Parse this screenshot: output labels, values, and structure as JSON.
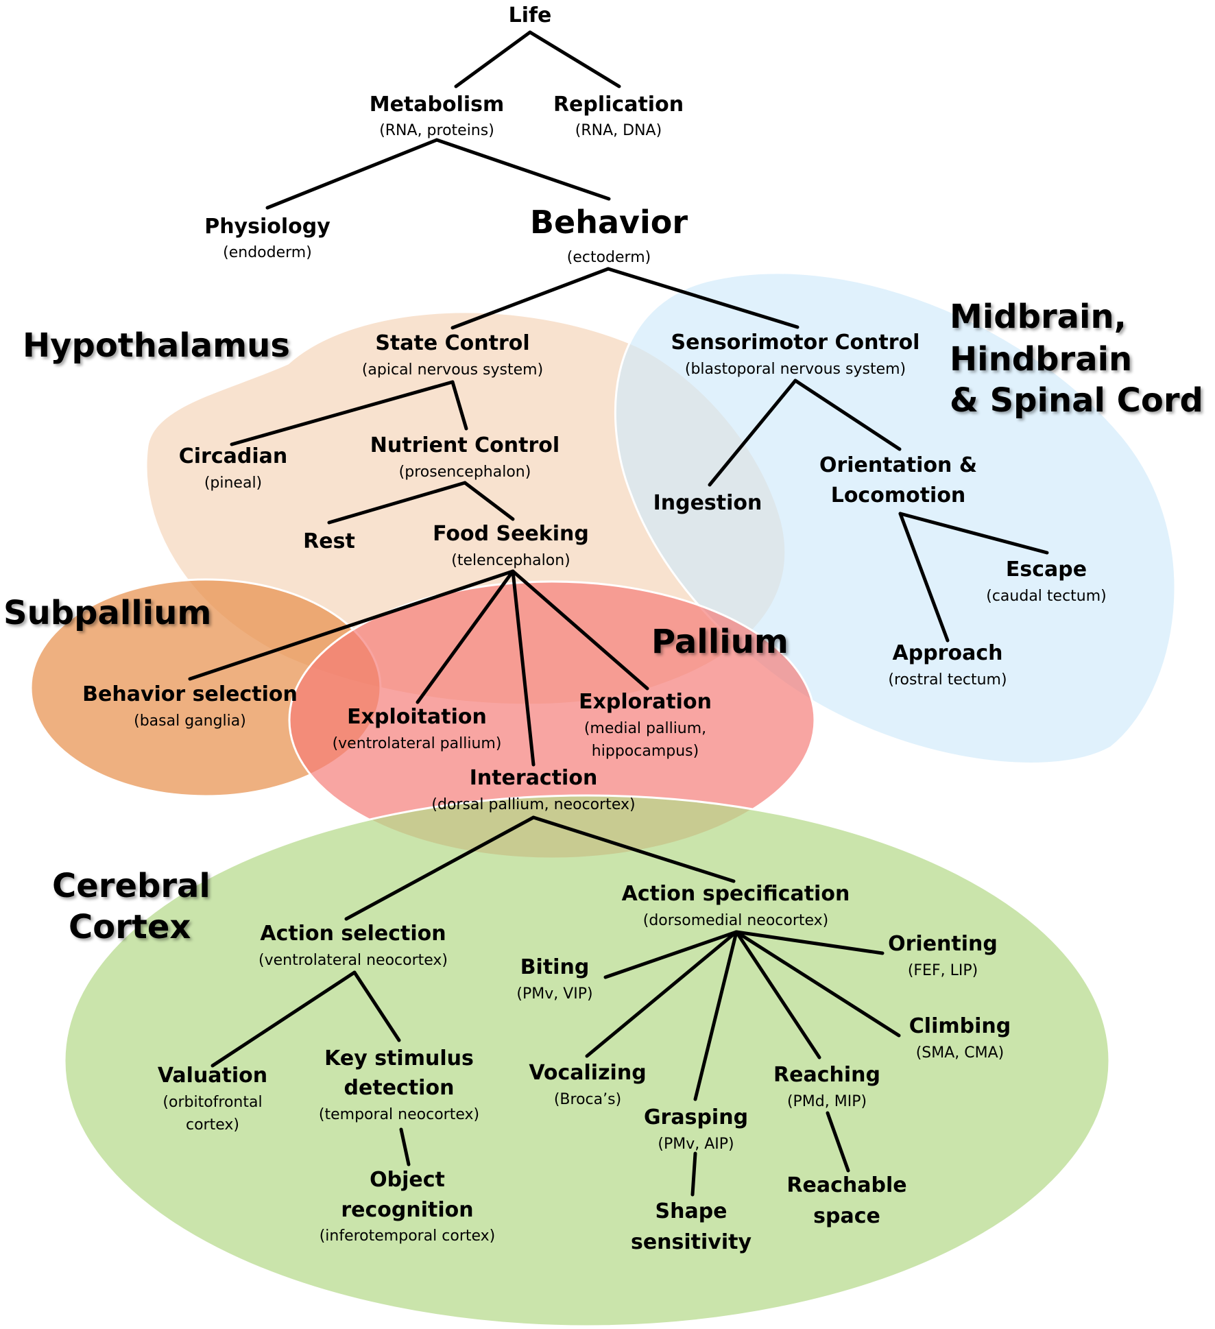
{
  "diagram": {
    "region_colors": {
      "hypothalamus": "#f7dcc4",
      "midbrain": "#cfe9fb",
      "subpallium": "#e8914f",
      "pallium": "#f47b76",
      "cortex": "#b5d98a",
      "outline": "#ffffff"
    },
    "regions": {
      "hypothalamus": "Hypothalamus",
      "midbrain_1": "Midbrain,",
      "midbrain_2": "Hindbrain",
      "midbrain_3": "& Spinal Cord",
      "subpallium": "Subpallium",
      "pallium": "Pallium",
      "cortex_1": "Cerebral",
      "cortex_2": "Cortex"
    },
    "nodes": {
      "life": {
        "label": "Life"
      },
      "metabolism": {
        "label": "Metabolism",
        "sub": "(RNA, proteins)"
      },
      "replication": {
        "label": "Replication",
        "sub": "(RNA, DNA)"
      },
      "physiology": {
        "label": "Physiology",
        "sub": "(endoderm)"
      },
      "behavior": {
        "label": "Behavior",
        "sub": "(ectoderm)"
      },
      "state_control": {
        "label": "State Control",
        "sub": "(apical nervous system)"
      },
      "sensorimotor": {
        "label": "Sensorimotor Control",
        "sub": "(blastoporal nervous system)"
      },
      "circadian": {
        "label": "Circadian",
        "sub": "(pineal)"
      },
      "nutrient": {
        "label": "Nutrient Control",
        "sub": "(prosencephalon)"
      },
      "rest": {
        "label": "Rest"
      },
      "food_seeking": {
        "label": "Food Seeking",
        "sub": "(telencephalon)"
      },
      "ingestion": {
        "label": "Ingestion"
      },
      "orientation_1": {
        "label": "Orientation &"
      },
      "orientation_2": {
        "label": "Locomotion"
      },
      "escape": {
        "label": "Escape",
        "sub": "(caudal tectum)"
      },
      "approach": {
        "label": "Approach",
        "sub": "(rostral tectum)"
      },
      "behavior_selection": {
        "label": "Behavior selection",
        "sub": "(basal ganglia)"
      },
      "exploitation": {
        "label": "Exploitation",
        "sub": "(ventrolateral pallium)"
      },
      "exploration": {
        "label": "Exploration",
        "sub_1": "(medial pallium,",
        "sub_2": "hippocampus)"
      },
      "interaction": {
        "label": "Interaction",
        "sub": "(dorsal pallium, neocortex)"
      },
      "action_selection": {
        "label": "Action selection",
        "sub": "(ventrolateral neocortex)"
      },
      "action_specification": {
        "label": "Action specification",
        "sub": "(dorsomedial neocortex)"
      },
      "valuation": {
        "label": "Valuation",
        "sub_1": "(orbitofrontal",
        "sub_2": "cortex)"
      },
      "key_stimulus": {
        "label_1": "Key stimulus",
        "label_2": "detection",
        "sub": "(temporal neocortex)"
      },
      "object_recognition": {
        "label_1": "Object",
        "label_2": "recognition",
        "sub": "(inferotemporal cortex)"
      },
      "biting": {
        "label": "Biting",
        "sub": "(PMv, VIP)"
      },
      "orienting": {
        "label": "Orienting",
        "sub": "(FEF, LIP)"
      },
      "vocalizing": {
        "label": "Vocalizing",
        "sub": "(Broca’s)"
      },
      "climbing": {
        "label": "Climbing",
        "sub": "(SMA, CMA)"
      },
      "reaching": {
        "label": "Reaching",
        "sub": "(PMd, MIP)"
      },
      "grasping": {
        "label": "Grasping",
        "sub": "(PMv, AIP)"
      },
      "shape_sensitivity": {
        "label_1": "Shape",
        "label_2": "sensitivity"
      },
      "reachable_space": {
        "label_1": "Reachable",
        "label_2": "space"
      }
    }
  }
}
